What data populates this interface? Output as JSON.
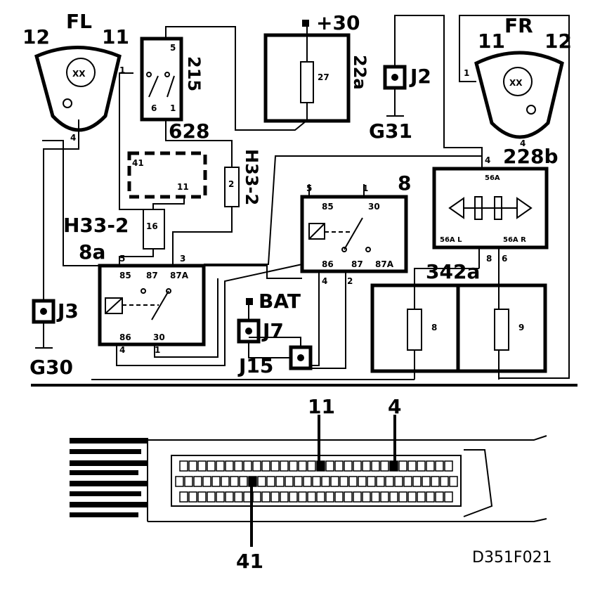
{
  "lamps": {
    "left": {
      "name": "FL",
      "pin_left": "12",
      "pin_right": "11",
      "pin_side": "1",
      "pin_bottom": "4"
    },
    "right": {
      "name": "FR",
      "pin_left": "11",
      "pin_right": "12",
      "pin_side": "1",
      "pin_bottom": "4"
    }
  },
  "switch_215": {
    "name": "215",
    "pin_top": "5",
    "pin_bl": "6",
    "pin_br": "1",
    "below_label": "628"
  },
  "fuse_22a": {
    "name": "22a",
    "fuse_number": "27",
    "supply": "+30"
  },
  "grounds": {
    "j2": "J2",
    "g31": "G31",
    "j3": "J3",
    "g30": "G30",
    "j7": "J7",
    "j15": "J15",
    "bat": "BAT"
  },
  "connector_dashed": {
    "pin_a": "41",
    "pin_b": "11"
  },
  "h33_right": {
    "name": "H33-2",
    "pin": "2"
  },
  "h33_left": {
    "name": "H33-2",
    "pin": "16"
  },
  "relay_8": {
    "name": "8",
    "pin_5": "5",
    "pin_1": "1",
    "p85": "85",
    "p30": "30",
    "p86": "86",
    "p87": "87",
    "p87a": "87A",
    "pin_4": "4",
    "pin_2": "2"
  },
  "relay_8a": {
    "name": "8a",
    "pin_5": "5",
    "pin_3": "3",
    "p85": "85",
    "p87": "87",
    "p87a": "87A",
    "p86": "86",
    "p30": "30",
    "pin_4": "4",
    "pin_1": "1"
  },
  "module_228b": {
    "name": "228b",
    "pin_4": "4",
    "p56a": "56A",
    "p56al": "56A L",
    "p56ar": "56A R",
    "pin_8": "8",
    "pin_6": "6"
  },
  "fusebox_342a": {
    "name": "342a",
    "fuse_left": "8",
    "fuse_right": "9"
  },
  "ecu_connector": {
    "label_top_a": "11",
    "label_top_b": "4",
    "label_bottom": "41"
  },
  "figure_code": "D351F021"
}
